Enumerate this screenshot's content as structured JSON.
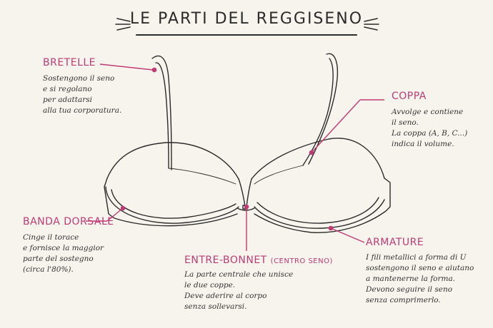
{
  "title": "LE PARTI DEL REGGISENO",
  "parts": {
    "bretelle": {
      "label": "BRETELLE",
      "lines": [
        "Sostengono il seno",
        "e si regolano",
        "per adattarsi",
        "alla tua corporatura."
      ]
    },
    "coppa": {
      "label": "COPPA",
      "lines": [
        "Avvolge e contiene",
        "il seno.",
        "La coppa (A, B, C...)",
        "indica il volume."
      ]
    },
    "banda": {
      "label": "BANDA DORSALE",
      "lines": [
        "Cinge il torace",
        "e fornisce la maggior",
        "parte del sostegno",
        "(circa l'80%)."
      ]
    },
    "entre": {
      "label": "ENTRE-BONNET",
      "label_sub": "(CENTRO SENO)",
      "lines": [
        "La parte centrale che unisce",
        "le due coppe.",
        "Deve aderire al corpo",
        "senza sollevarsi."
      ]
    },
    "armature": {
      "label": "ARMATURE",
      "lines": [
        "I fili metallici a forma di U",
        "sostengono il seno e aiutano",
        "a mantenerne la forma.",
        "Devono seguire il seno",
        "senza comprimerlo."
      ]
    }
  },
  "colors": {
    "accent": "#c23a73",
    "ink": "#2b2b2b",
    "background": "#f7f4ee"
  }
}
